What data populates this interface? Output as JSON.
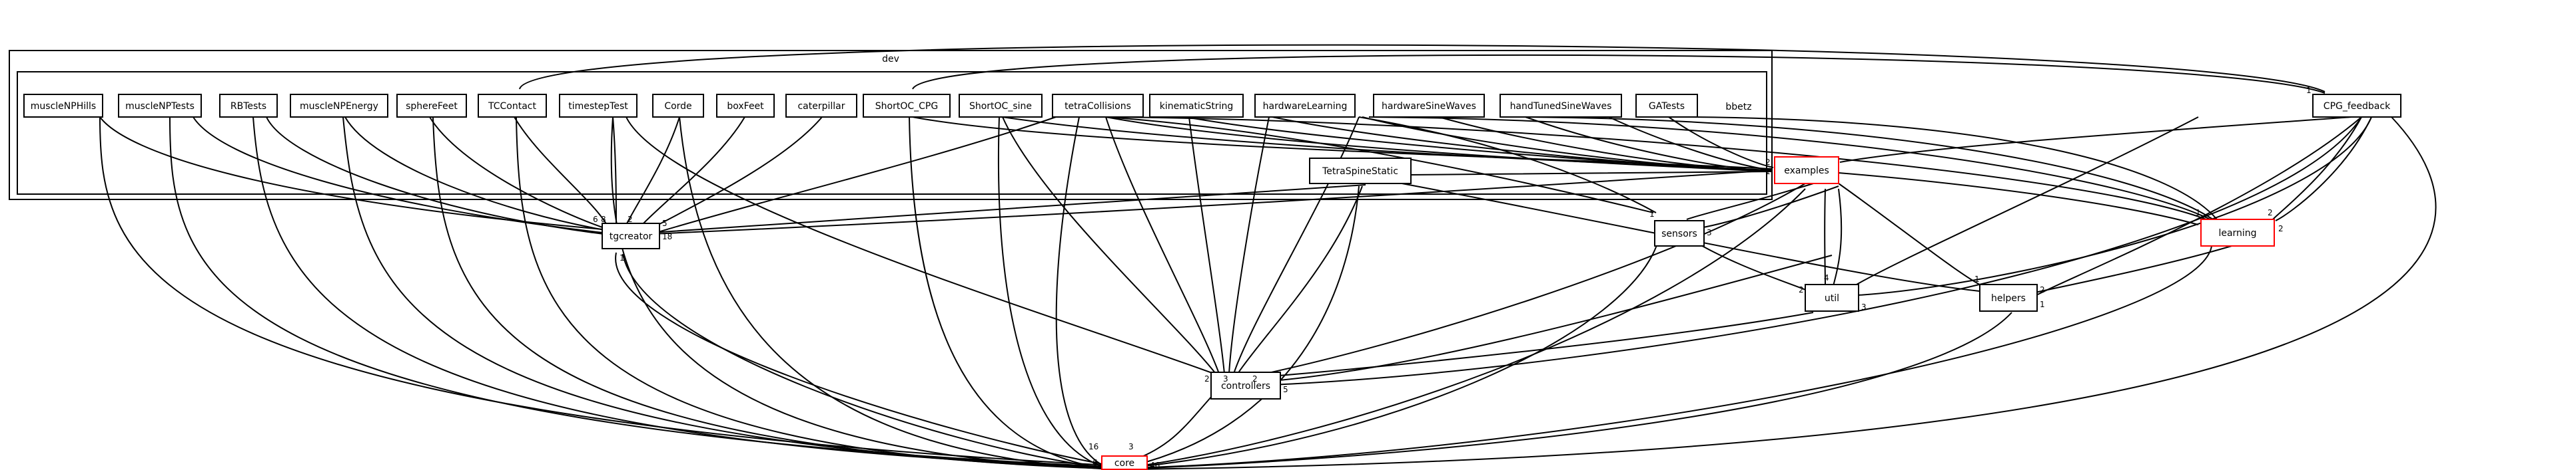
{
  "clusters": {
    "outer": {
      "label": "dev"
    },
    "inner": {
      "label": "bbetz"
    }
  },
  "nodes": {
    "muscleNPHills": "muscleNPHills",
    "muscleNPTests": "muscleNPTests",
    "RBTests": "RBTests",
    "muscleNPEnergy": "muscleNPEnergy",
    "sphereFeet": "sphereFeet",
    "TCContact": "TCContact",
    "timestepTest": "timestepTest",
    "Corde": "Corde",
    "boxFeet": "boxFeet",
    "caterpillar": "caterpillar",
    "ShortOC_CPG": "ShortOC_CPG",
    "ShortOC_sine": "ShortOC_sine",
    "tetraCollisions": "tetraCollisions",
    "kinematicString": "kinematicString",
    "hardwareLearning": "hardwareLearning",
    "hardwareSineWaves": "hardwareSineWaves",
    "handTunedSineWaves": "handTunedSineWaves",
    "GATests": "GATests",
    "CPG_feedback": "CPG_feedback",
    "TetraSpineStatic": "TetraSpineStatic",
    "examples": "examples",
    "tgcreator": "tgcreator",
    "sensors": "sensors",
    "learning": "learning",
    "util": "util",
    "helpers": "helpers",
    "controllers": "controllers",
    "core": "core"
  },
  "edge_counts": {
    "tg_a": "6",
    "tg_b": "8",
    "tg_c": "2",
    "tg_d": "5",
    "tg_e": "18",
    "tg_f": "1",
    "core_a": "16",
    "core_b": "3",
    "core_c": "6",
    "core_d": "46",
    "ctrl_a": "2",
    "ctrl_b": "3",
    "ctrl_c": "2",
    "ctrl_d": "5",
    "ex_a": "2",
    "ex_b": "1",
    "sens_a": "1",
    "sens_b": "3",
    "lrn_a": "1",
    "lrn_b": "2",
    "lrn_c": "2",
    "util_a": "4",
    "util_b": "2",
    "util_c": "3",
    "help_a": "1",
    "help_b": "2",
    "help_c": "1",
    "cpg_a": "1"
  },
  "colors": {
    "highlight": "#ff0000",
    "line": "#000000",
    "background": "#ffffff"
  }
}
